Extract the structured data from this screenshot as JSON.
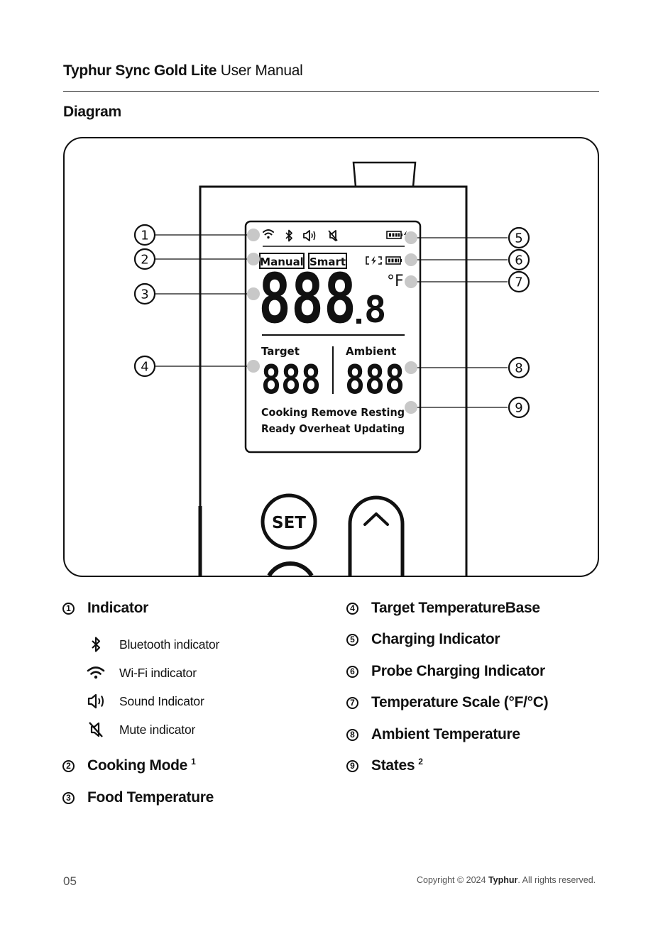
{
  "header": {
    "product_name": "Typhur Sync Gold Lite",
    "doc_type": "User Manual"
  },
  "section_title": "Diagram",
  "diagram": {
    "callouts": [
      "1",
      "2",
      "3",
      "4",
      "5",
      "6",
      "7",
      "8",
      "9"
    ],
    "screen": {
      "mode_labels": [
        "Manual",
        "Smart"
      ],
      "main_digits": "888",
      "decimal_digit": "8",
      "scale_unit": "°F",
      "target_label": "Target",
      "target_digits": "888",
      "ambient_label": "Ambient",
      "ambient_digits": "888",
      "states_line1": "Cooking  Remove  Resting",
      "states_line2": "Ready  Overheat  Updating"
    },
    "button_set_label": "SET",
    "icons": [
      "wifi-icon",
      "bluetooth-icon",
      "sound-icon",
      "mute-icon",
      "battery-charging-icon",
      "probe-charging-icon",
      "battery-icon",
      "up-arrow-icon"
    ]
  },
  "legend": {
    "left": [
      {
        "num": "1",
        "label": "Indicator"
      },
      {
        "num": "2",
        "label": "Cooking Mode",
        "sup": "1"
      },
      {
        "num": "3",
        "label": "Food Temperature"
      }
    ],
    "sub_items": [
      {
        "icon": "bluetooth-icon",
        "label": "Bluetooth indicator"
      },
      {
        "icon": "wifi-icon",
        "label": "Wi-Fi indicator"
      },
      {
        "icon": "sound-icon",
        "label": "Sound Indicator"
      },
      {
        "icon": "mute-icon",
        "label": "Mute indicator"
      }
    ],
    "right": [
      {
        "num": "4",
        "label": "Target TemperatureBase"
      },
      {
        "num": "5",
        "label": "Charging Indicator"
      },
      {
        "num": "6",
        "label": "Probe Charging Indicator"
      },
      {
        "num": "7",
        "label": "Temperature Scale (°F/°C)"
      },
      {
        "num": "8",
        "label": "Ambient Temperature"
      },
      {
        "num": "9",
        "label": "States",
        "sup": "2"
      }
    ]
  },
  "footer": {
    "page_number": "05",
    "copyright_prefix": "Copyright © 2024",
    "brand": "Typhur",
    "copyright_suffix": ". All rights reserved."
  }
}
